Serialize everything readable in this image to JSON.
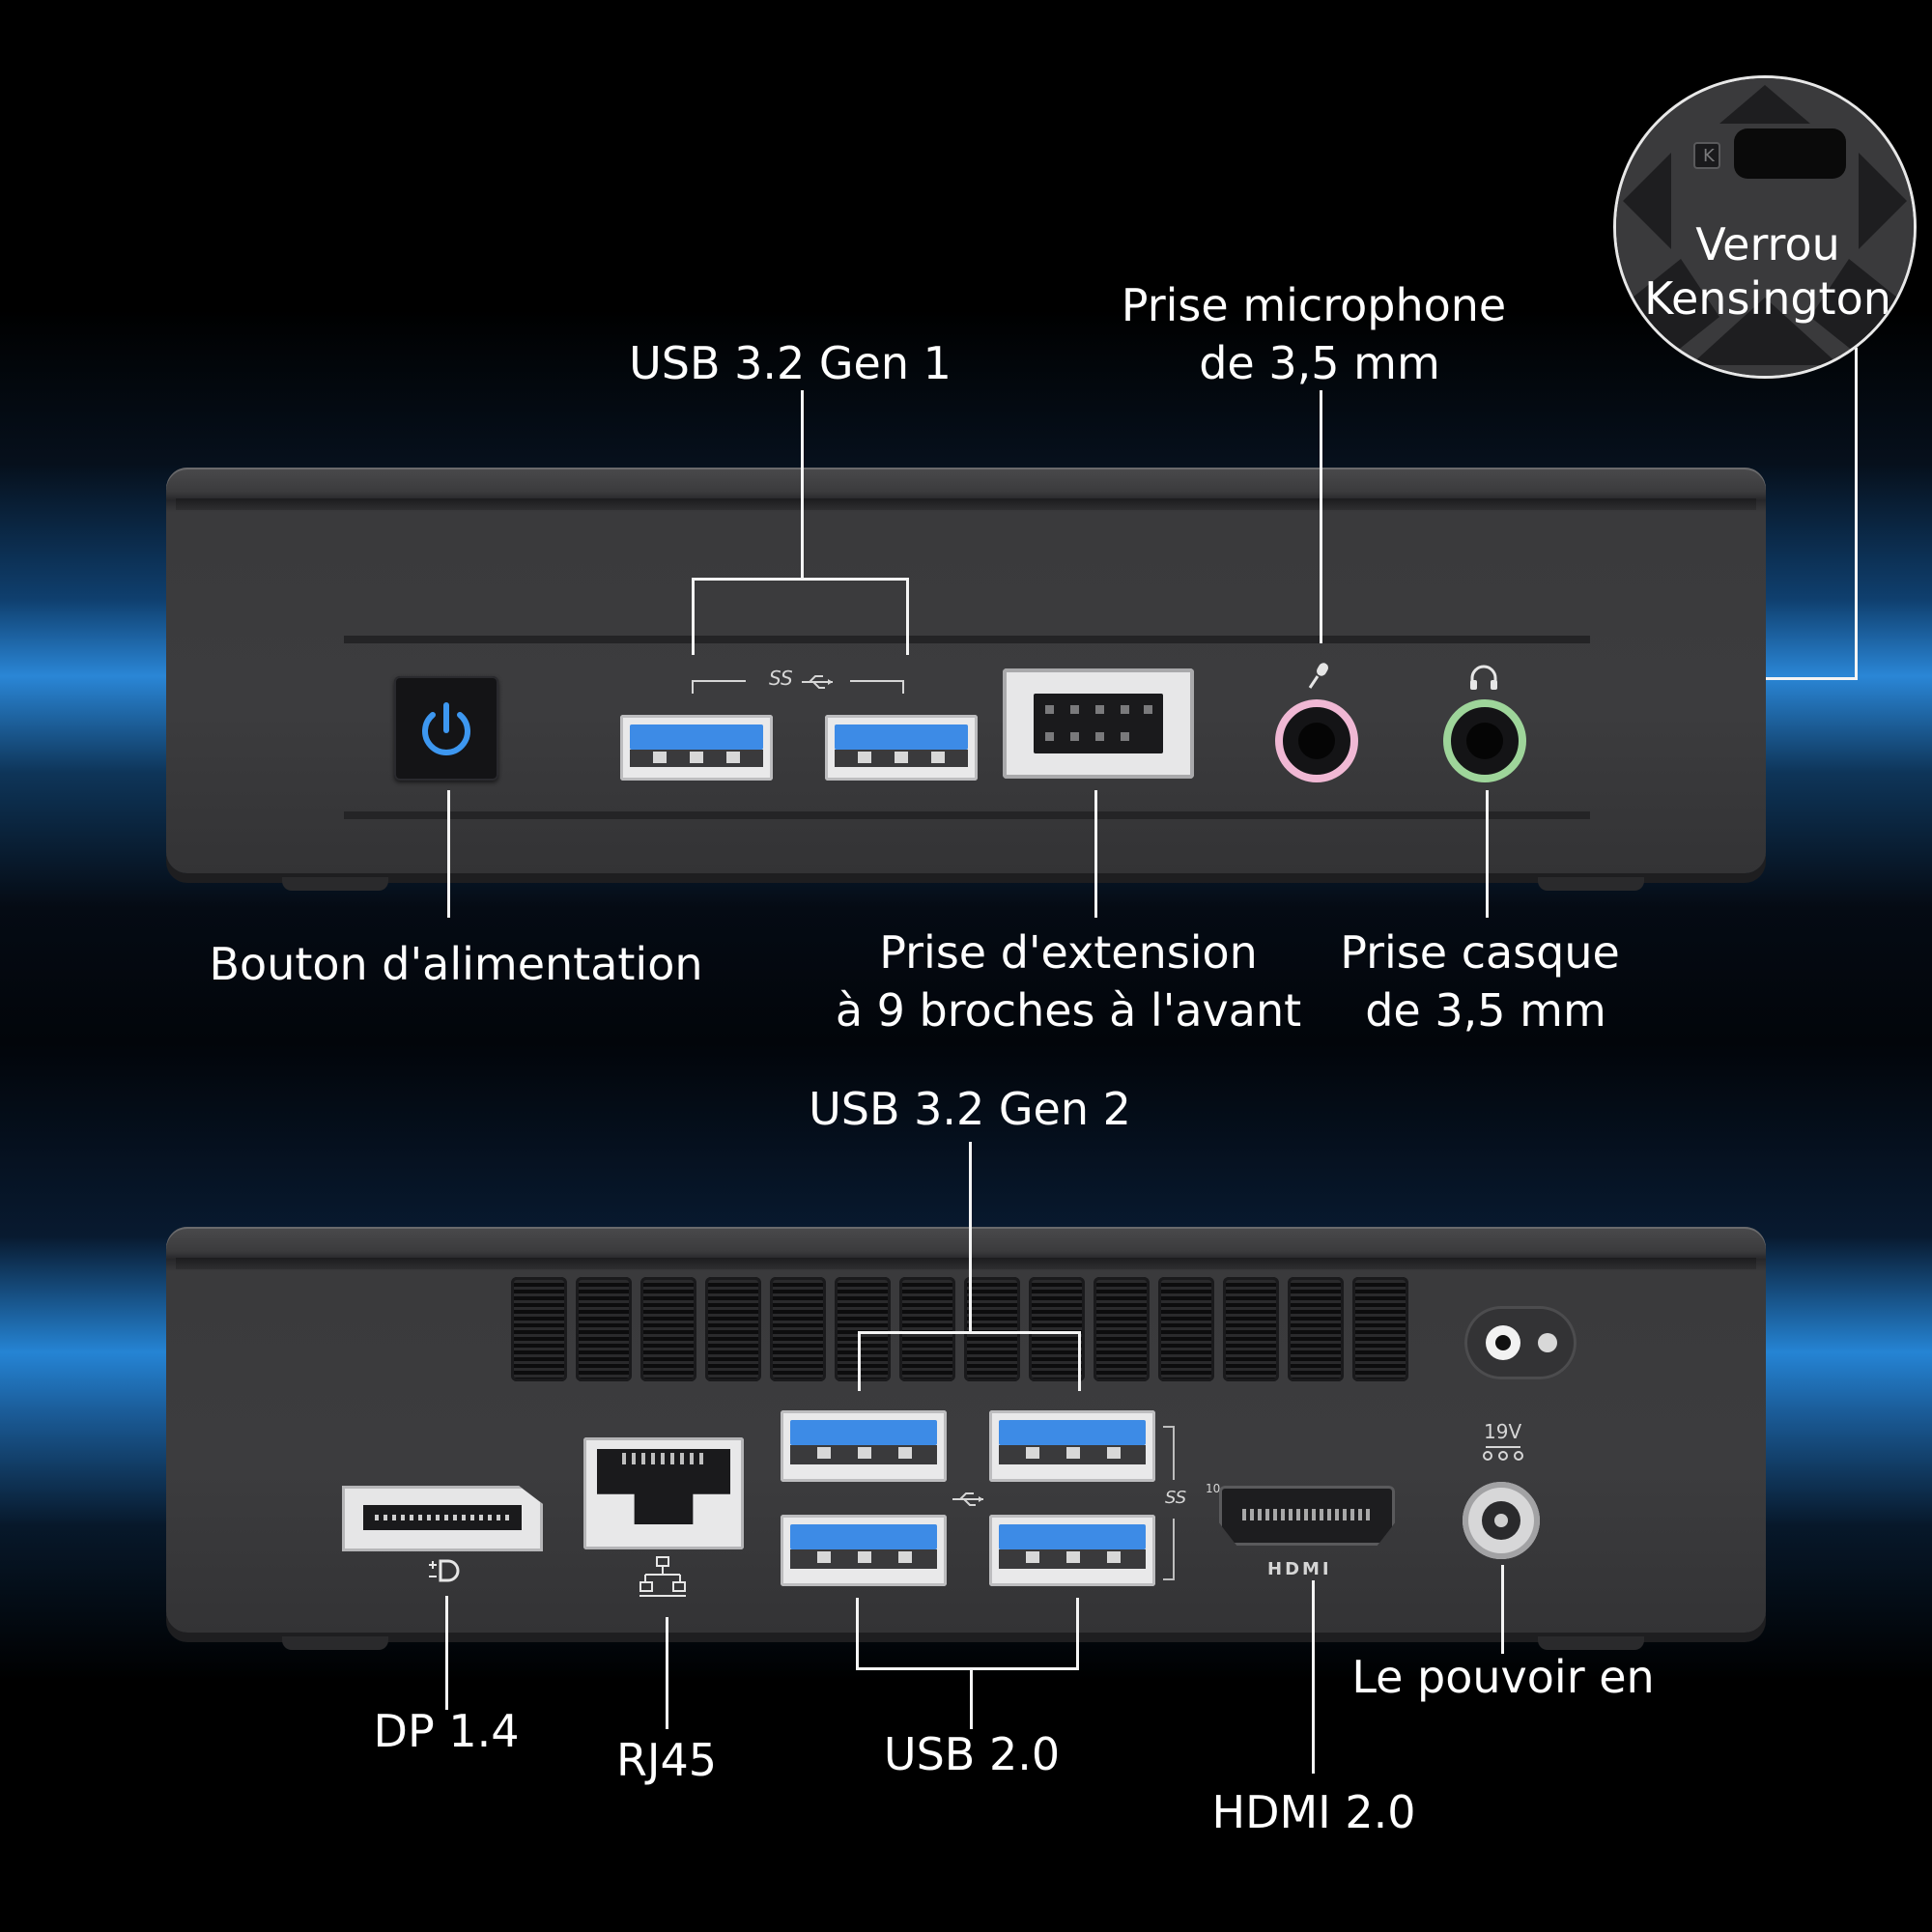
{
  "labels": {
    "usb32_gen1": "USB 3.2 Gen 1",
    "mic_jack_line1": "Prise microphone",
    "mic_jack_line2": "de 3,5 mm",
    "kensington_line1": "Verrou",
    "kensington_line2": "Kensington",
    "power_button": "Bouton d'alimentation",
    "expansion_line1": "Prise d'extension",
    "expansion_line2": "à 9 broches à l'avant",
    "headphone_line1": "Prise casque",
    "headphone_line2": "de 3,5 mm",
    "usb32_gen2": "USB 3.2 Gen 2",
    "dp": "DP 1.4",
    "rj45": "RJ45",
    "usb20": "USB 2.0",
    "power_in": "Le pouvoir en",
    "hdmi": "HDMI 2.0"
  },
  "port_marks": {
    "superspeed": "SS",
    "superspeed_10": "SS",
    "ten": "10",
    "voltage": "19V",
    "hdmi_logo": "HDMI"
  },
  "colors": {
    "power_led": "#3d97f0",
    "usb3_blue": "#3d8be6",
    "mic_ring": "#f0b8d4",
    "headphone_ring": "#9ed59a",
    "device_body": "#3c3c3e"
  },
  "icons": [
    "power-icon",
    "microphone-icon",
    "headphone-icon",
    "kensington-lock-icon",
    "usb-trident-icon",
    "displayport-icon",
    "network-icon",
    "dc-polarity-icon"
  ]
}
